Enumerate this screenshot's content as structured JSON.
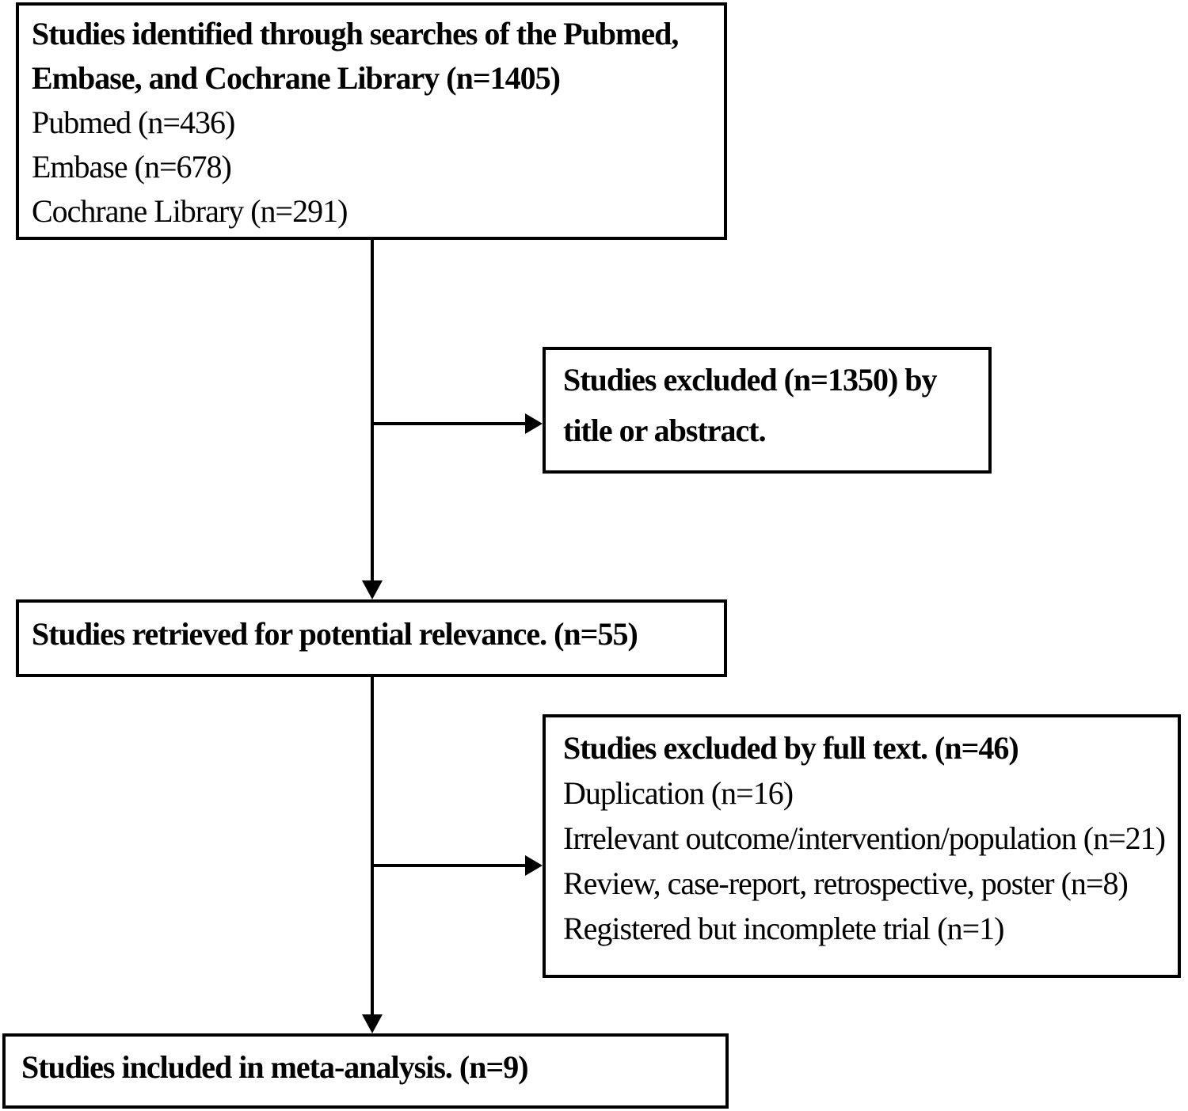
{
  "figure": {
    "type": "study-selection-flow-diagram",
    "colors": {
      "background": "#ffffff",
      "box_border": "#000000",
      "text": "#000000",
      "connector": "#000000"
    },
    "identification_box": {
      "title_line1": "Studies identified through searches of the Pubmed,",
      "title_line2": "Embase, and Cochrane Library (n=1405)",
      "items": [
        "Pubmed (n=436)",
        "Embase (n=678)",
        "Cochrane Library (n=291)"
      ]
    },
    "excluded_title_abstract_box": {
      "line1": "Studies excluded (n=1350) by",
      "line2": "title or abstract."
    },
    "retrieved_box": {
      "text": "Studies retrieved for potential relevance. (n=55)"
    },
    "excluded_full_text_box": {
      "title": "Studies excluded by full text. (n=46)",
      "items": [
        "Duplication (n=16)",
        "Irrelevant outcome/intervention/population (n=21)",
        "Review, case-report, retrospective, poster (n=8)",
        "Registered but incomplete trial (n=1)"
      ]
    },
    "included_box": {
      "text": "Studies included in meta-analysis. (n=9)"
    }
  }
}
